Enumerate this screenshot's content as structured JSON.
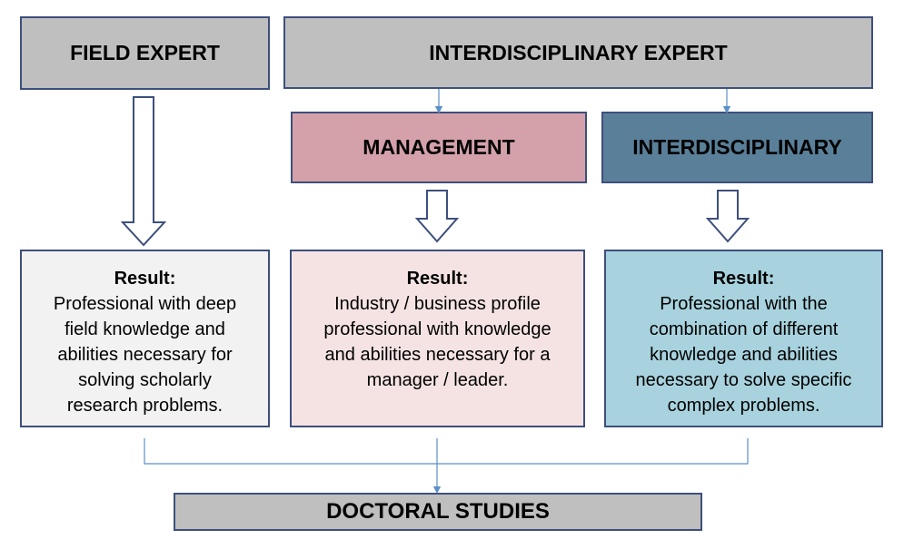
{
  "top": {
    "field_expert": "FIELD EXPERT",
    "interdisciplinary_expert": "INTERDISCIPLINARY EXPERT"
  },
  "middle": {
    "management": "MANAGEMENT",
    "interdisciplinary": "INTERDISCIPLINARY"
  },
  "results": [
    {
      "label": "Result:",
      "text": "Professional with deep\nfield knowledge and\nabilities necessary for\nsolving scholarly\nresearch problems."
    },
    {
      "label": "Result:",
      "text": "Industry / business profile\nprofessional with knowledge\nand abilities necessary for a\nmanager / leader."
    },
    {
      "label": "Result:",
      "text": "Professional with the\ncombination of different\nknowledge and abilities\nnecessary to solve specific\ncomplex problems."
    }
  ],
  "bottom": {
    "doctoral_studies": "DOCTORAL STUDIES"
  },
  "colors": {
    "border": "#3d4f7c",
    "gray_header": "#bfbfbf",
    "management": "#d4a1aa",
    "interdisciplinary": "#5a8099",
    "result_gray": "#f2f2f2",
    "result_pink": "#f5e3e3",
    "result_blue": "#a8d3de",
    "connector": "#5b8fc7"
  }
}
